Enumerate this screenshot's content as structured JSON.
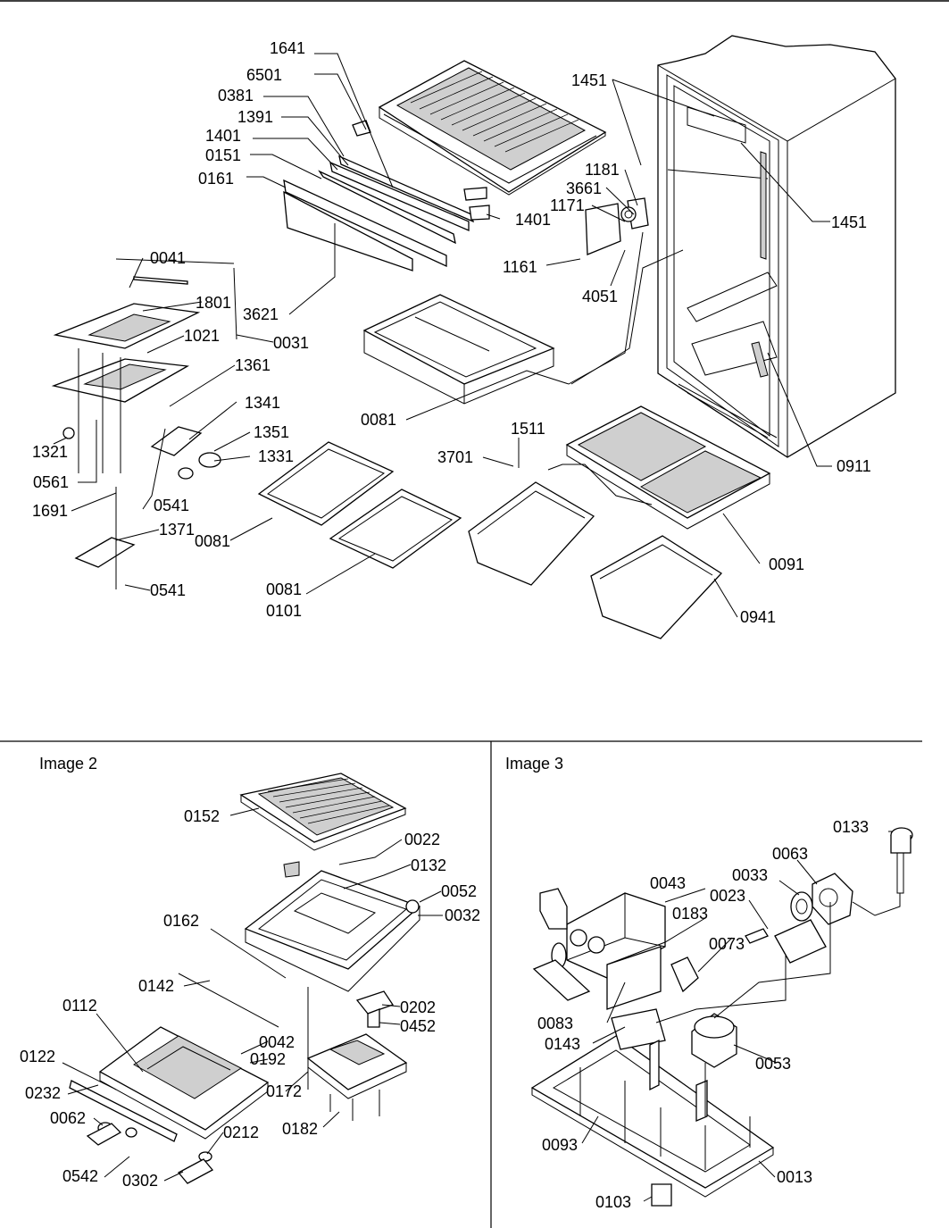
{
  "panels": {
    "image2_title": "Image 2",
    "image3_title": "Image 3"
  },
  "callouts": {
    "main": [
      "1641",
      "6501",
      "0381",
      "1391",
      "1401",
      "0151",
      "0161",
      "1451",
      "1181",
      "3661",
      "1171",
      "1401",
      "1161",
      "4051",
      "1451",
      "0041",
      "1801",
      "3621",
      "0031",
      "1021",
      "1361",
      "1321",
      "1341",
      "0561",
      "0541",
      "1351",
      "1331",
      "1691",
      "1371",
      "0541",
      "0081",
      "1511",
      "3701",
      "0081",
      "0911",
      "0081",
      "0091",
      "0081",
      "0101",
      "0941"
    ],
    "image2": [
      "0152",
      "0022",
      "0132",
      "0052",
      "0032",
      "0162",
      "0142",
      "0202",
      "0452",
      "0112",
      "0042",
      "0122",
      "0192",
      "0232",
      "0172",
      "0062",
      "0182",
      "0212",
      "0542",
      "0302"
    ],
    "image3": [
      "0133",
      "0063",
      "0043",
      "0033",
      "0023",
      "0183",
      "0073",
      "0083",
      "0143",
      "0053",
      "0093",
      "0013",
      "0103"
    ]
  }
}
